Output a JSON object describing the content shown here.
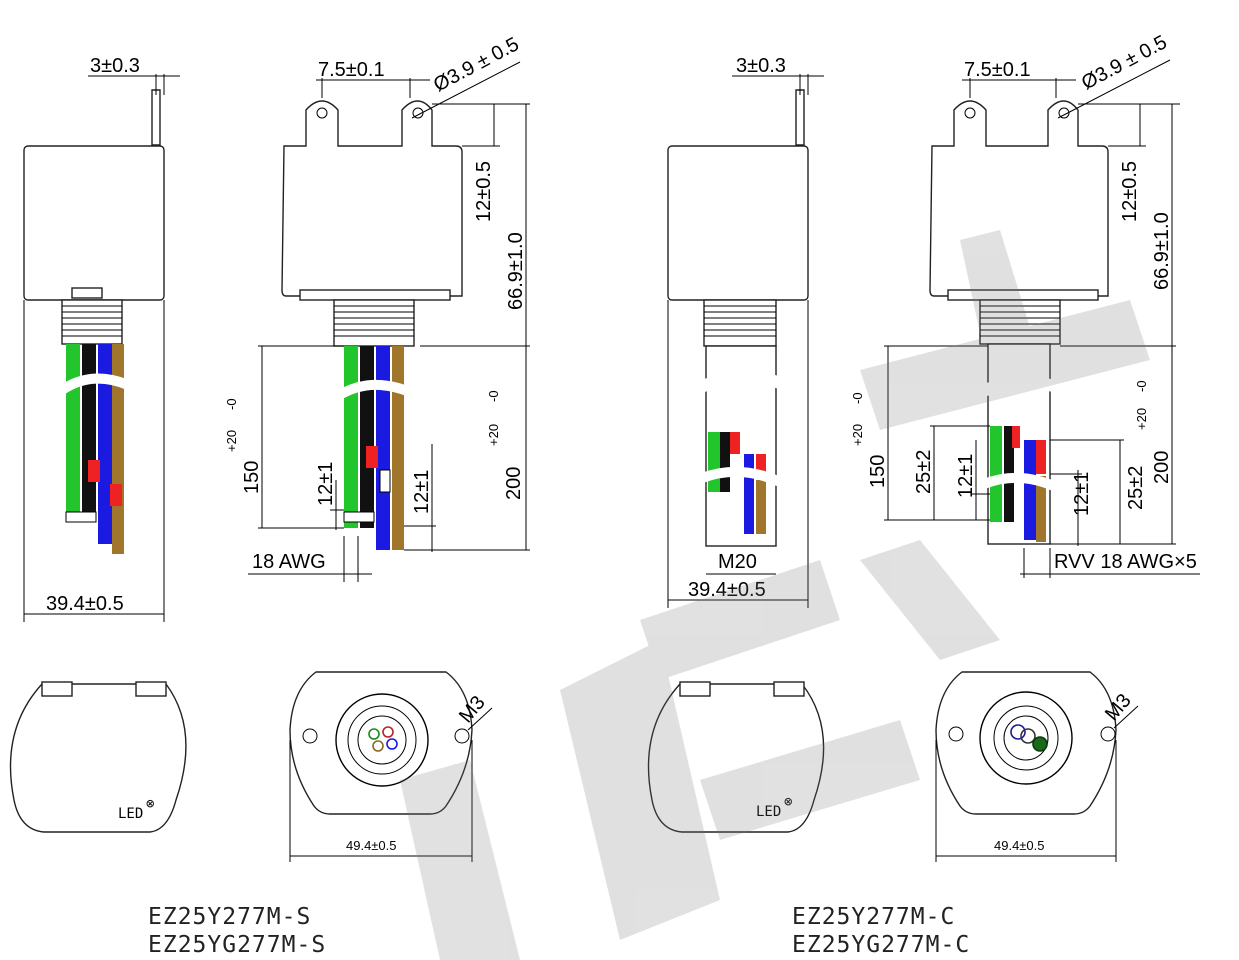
{
  "dimensions": {
    "top_width_s": "3±0.3",
    "pitch_s": "7.5±0.1",
    "hole_s": "Ø3.9 ± 0.5",
    "tab_height_s": "12±0.5",
    "total_height_s": "66.9±1.0",
    "lead_short_s": "150",
    "lead_long_s": "200",
    "tol_plus": "+20",
    "tol_minus": "-0",
    "strip_a_s": "12±1",
    "strip_b_s": "12±1",
    "awg_s": "18 AWG",
    "width_s": "39.4±0.5",
    "top_width_c": "3±0.3",
    "pitch_c": "7.5±0.1",
    "hole_c": "Ø3.9 ± 0.5",
    "tab_height_c": "12±0.5",
    "total_height_c": "66.9±1.0",
    "lead_short_c": "150",
    "lead_long_c": "200",
    "offset_a_c": "25±2",
    "strip_a_c": "12±1",
    "strip_b_c": "12±1",
    "offset_b_c": "25±2",
    "thread_c": "M20",
    "width_c": "39.4±0.5",
    "cable_c": "RVV 18 AWG×5",
    "mount_screw_s": "M3",
    "mount_screw_c": "M3",
    "flange_width_s": "49.4±0.5",
    "flange_width_c": "49.4±0.5"
  },
  "labels": {
    "led_s": "LED",
    "led_c": "LED",
    "led_symbol": "⊗"
  },
  "models_s": [
    "EZ25Y277M-S",
    "EZ25YG277M-S"
  ],
  "models_c": [
    "EZ25Y277M-C",
    "EZ25YG277M-C"
  ],
  "colors": {
    "wire_green": "#22c52c",
    "wire_black": "#111111",
    "wire_blue": "#1a1ae0",
    "wire_brown": "#a0762c",
    "wire_red": "#ee2222",
    "watermark": "#9a9a9a"
  }
}
